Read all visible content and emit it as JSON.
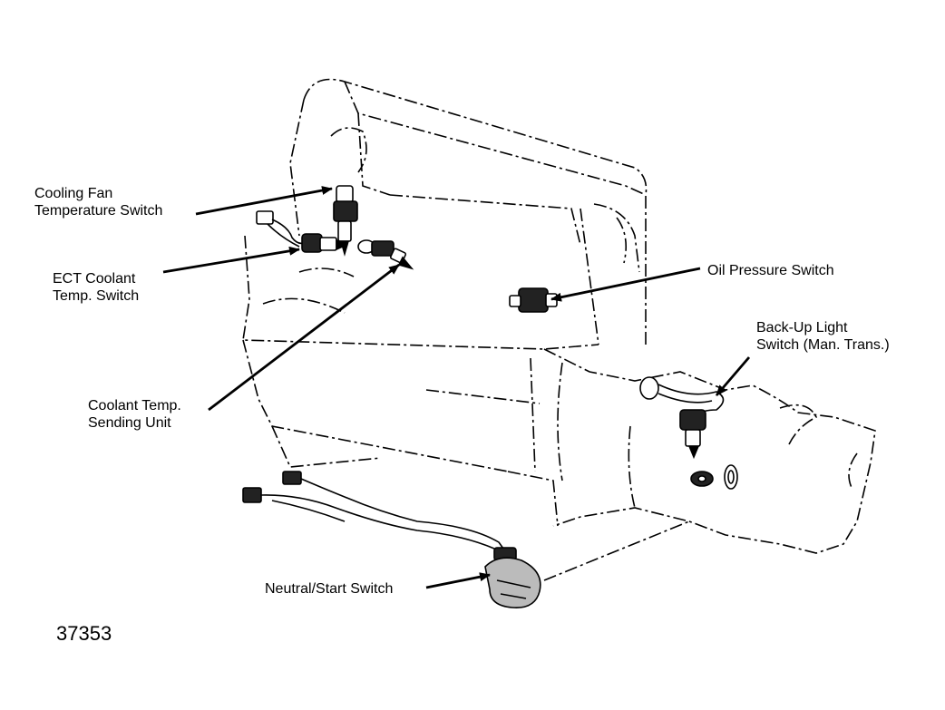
{
  "labels": {
    "cooling_fan": [
      "Cooling Fan",
      "Temperature Switch"
    ],
    "ect_coolant": [
      "ECT Coolant",
      "Temp. Switch"
    ],
    "coolant_sending": [
      "Coolant Temp.",
      "Sending Unit"
    ],
    "oil_pressure": [
      "Oil Pressure Switch"
    ],
    "backup_light": [
      "Back-Up Light",
      "Switch (Man. Trans.)"
    ],
    "neutral_start": [
      "Neutral/Start Switch"
    ]
  },
  "figure_number": "37353",
  "colors": {
    "ink": "#000000",
    "paper": "#ffffff"
  }
}
